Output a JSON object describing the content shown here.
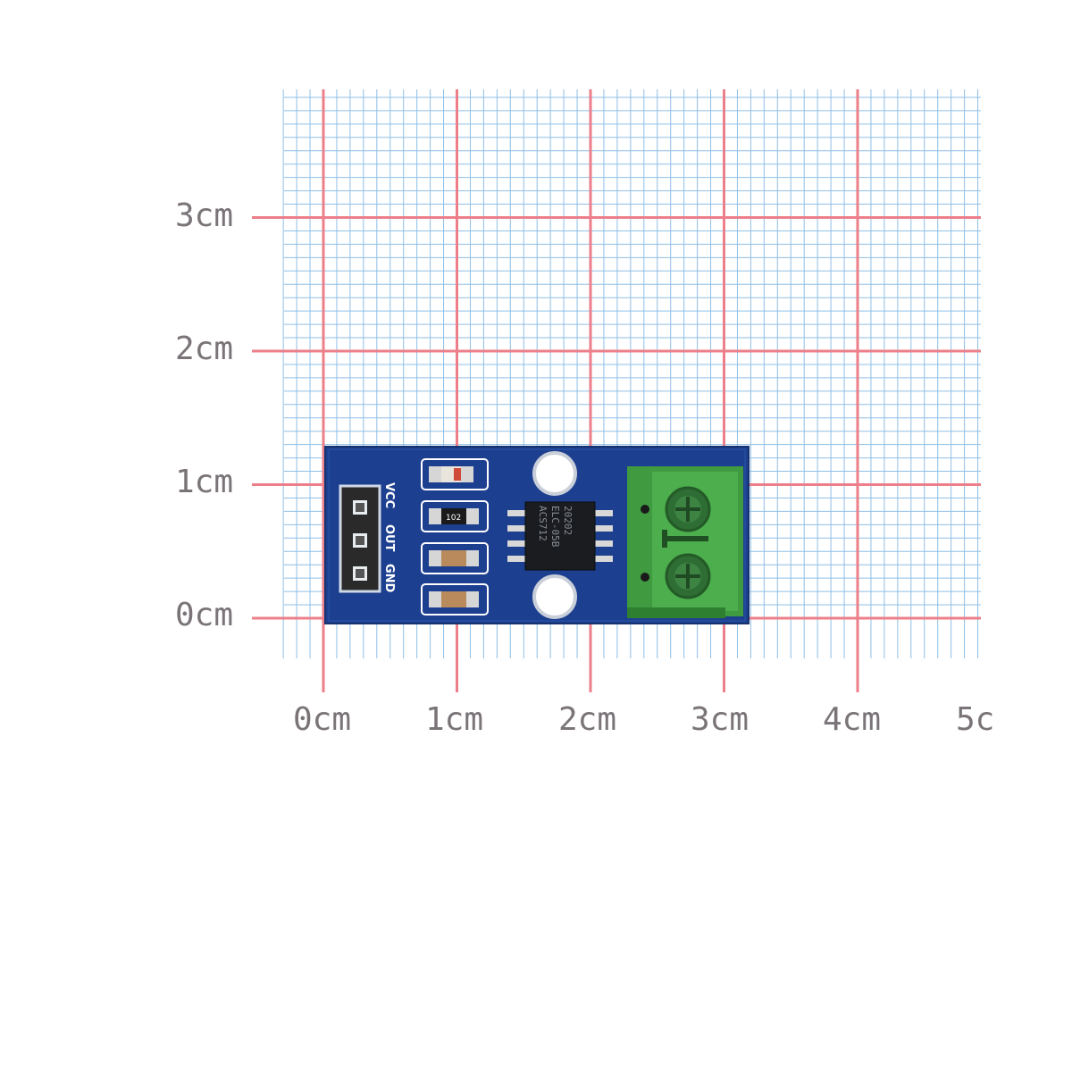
{
  "ruler": {
    "x_labels": [
      "0cm",
      "1cm",
      "2cm",
      "3cm",
      "4cm",
      "5c"
    ],
    "y_labels": [
      "0cm",
      "1cm",
      "2cm",
      "3cm"
    ]
  },
  "board": {
    "pin_labels": [
      "VCC",
      "OUT",
      "GND"
    ],
    "resistor_code": "102",
    "chip_lines": [
      "ACS712",
      "ELC-05B",
      "20202"
    ]
  },
  "colors": {
    "paper": "#ffffff",
    "grid_minor": "#8fbfe6",
    "grid_major": "#ec7f8a",
    "pcb": "#1d3f8f",
    "terminal": "#4cae4c"
  }
}
